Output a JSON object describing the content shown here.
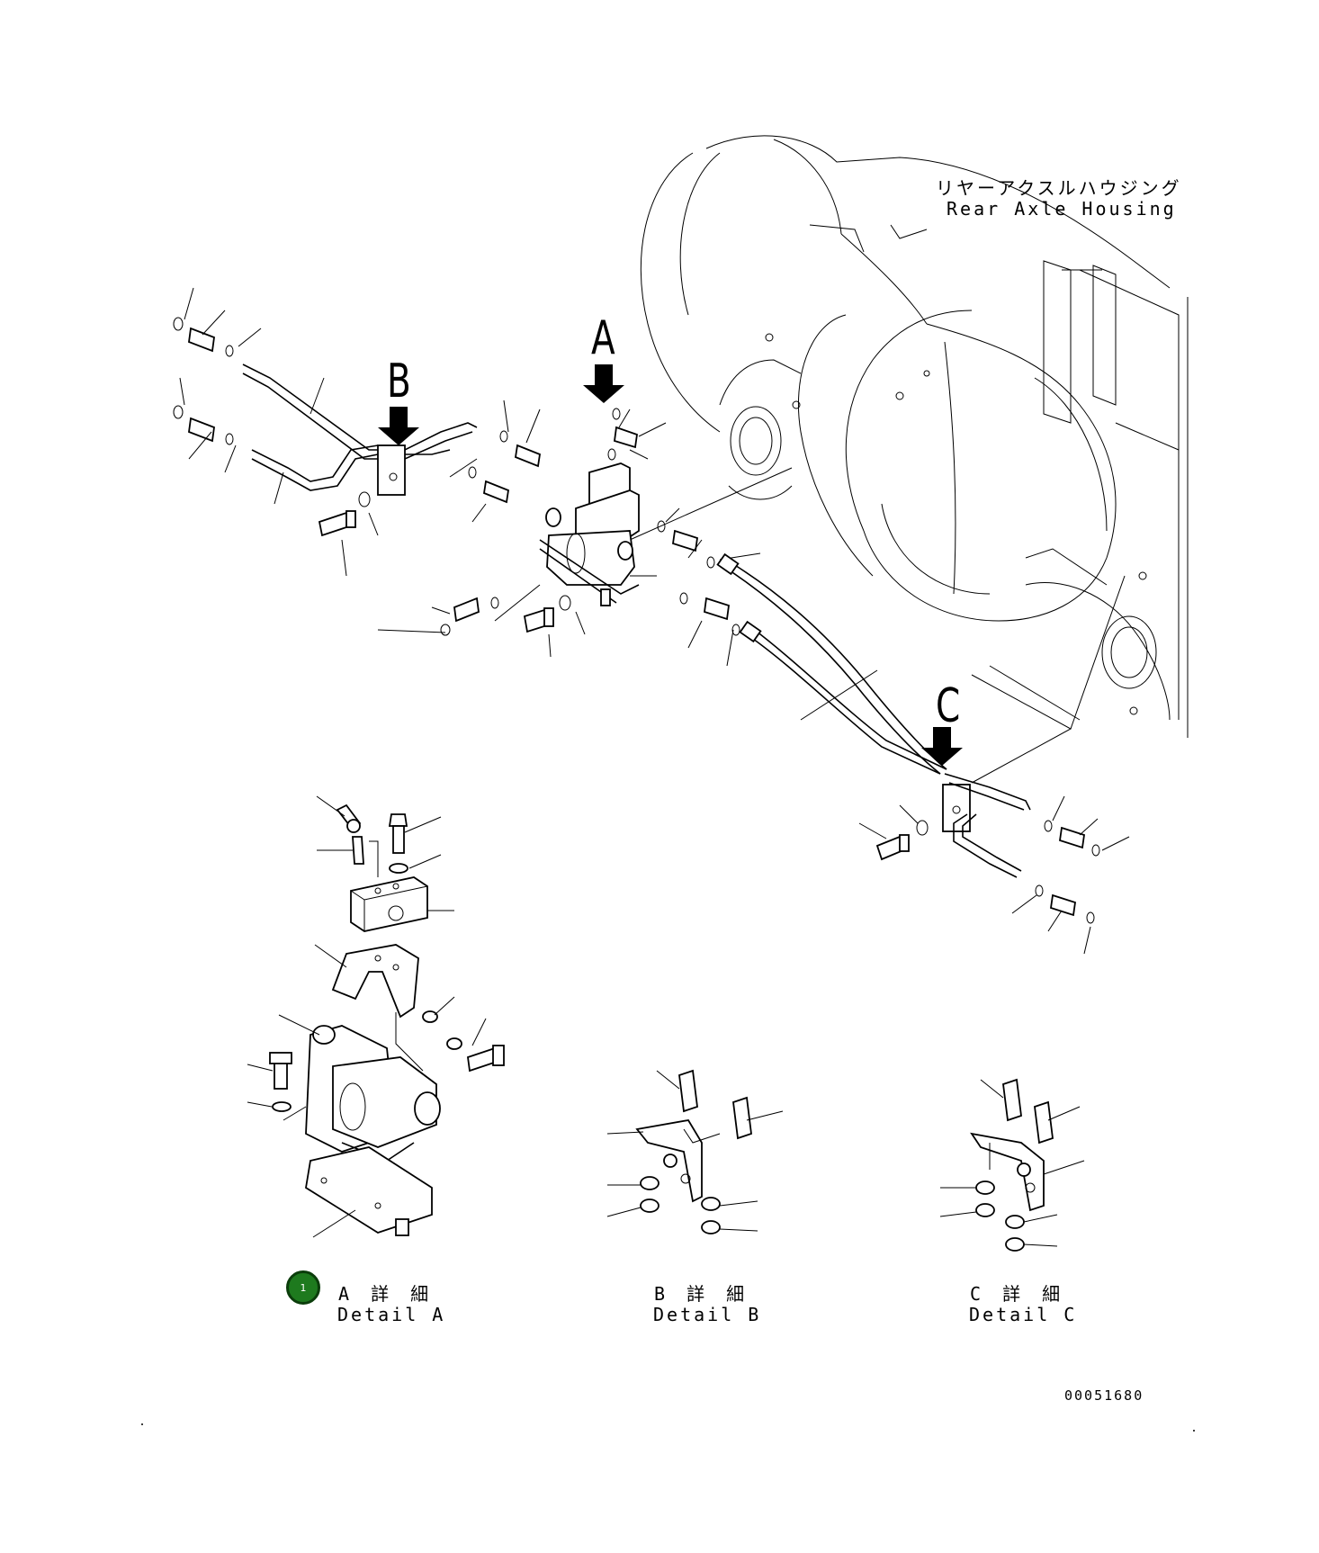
{
  "labels": {
    "rear_axle_jp": "リヤーアクスルハウジング",
    "rear_axle_en": "Rear Axle Housing",
    "view_a": "A",
    "view_b": "B",
    "view_c": "C",
    "detail_a_jp": "A 詳 細",
    "detail_a_en": "Detail A",
    "detail_b_jp": "B 詳 細",
    "detail_b_en": "Detail B",
    "detail_c_jp": "C 詳 細",
    "detail_c_en": "Detail C",
    "drawing_number": "00051680"
  },
  "callouts": [
    {
      "id": "1",
      "text": "1",
      "color": "#1e7a1e"
    }
  ]
}
